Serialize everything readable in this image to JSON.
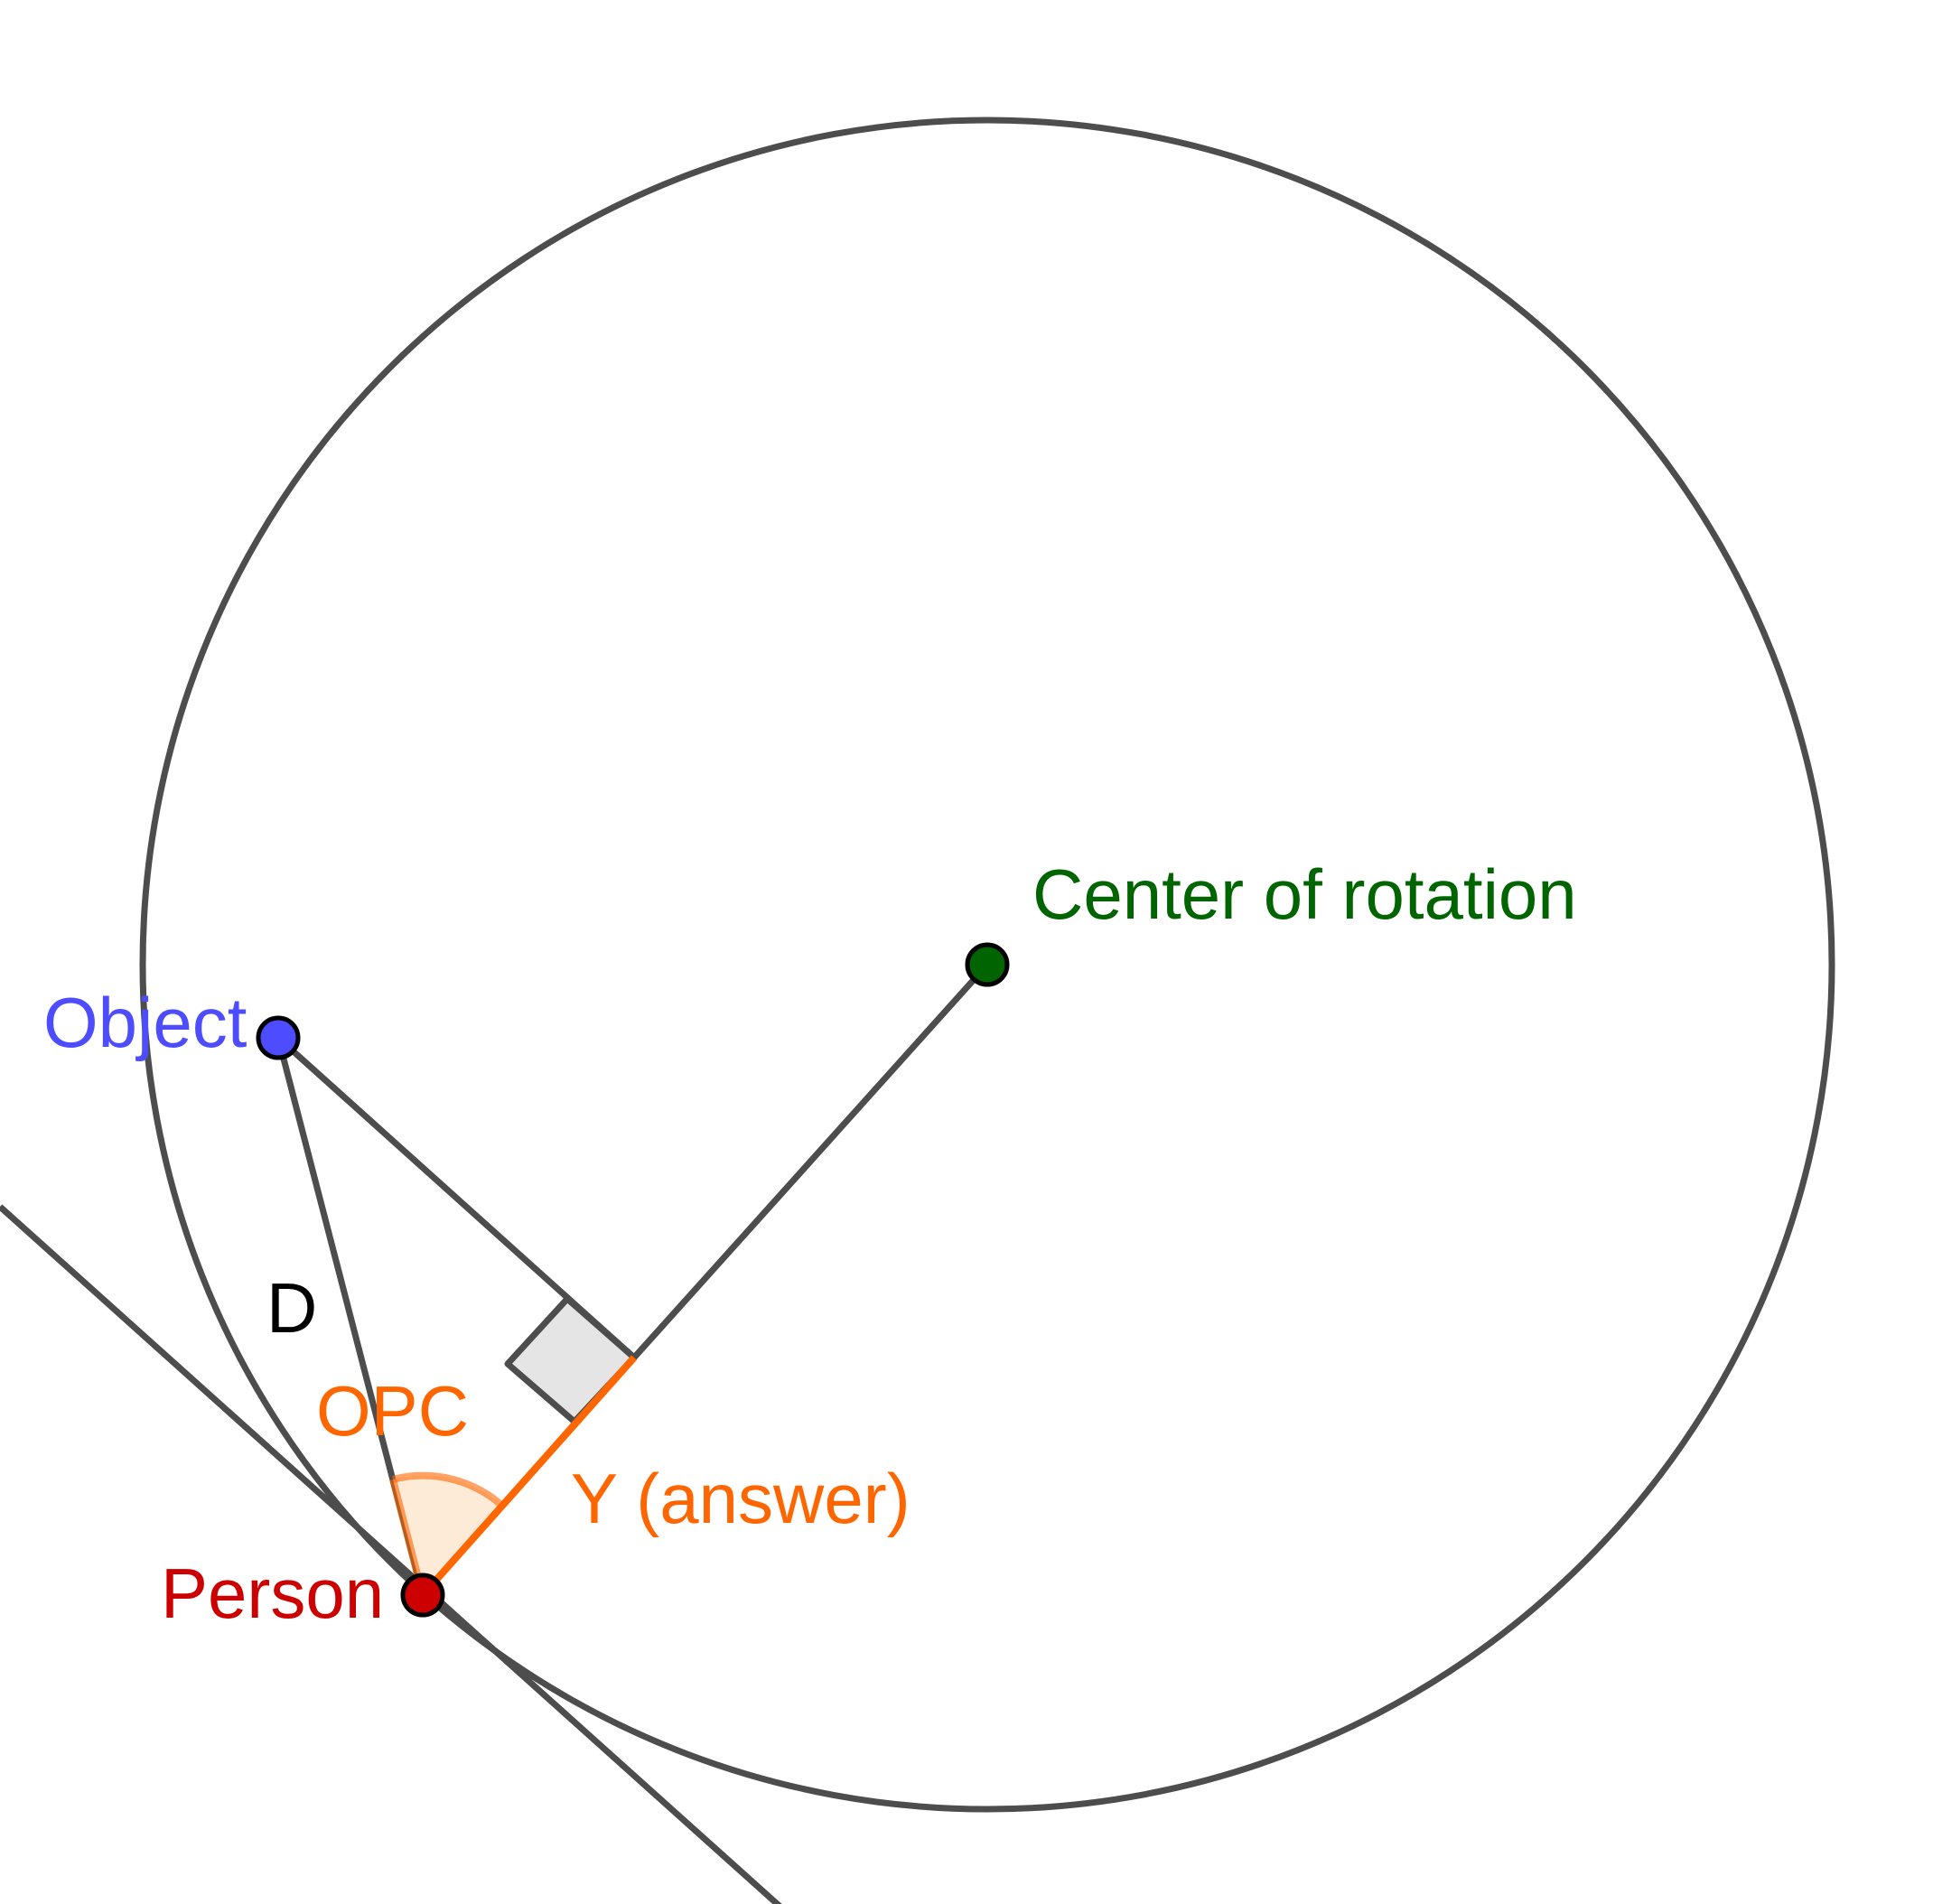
{
  "labels": {
    "center": "Center of rotation",
    "object": "Object",
    "person": "Person",
    "distance": "D",
    "angle": "OPC",
    "answer": "Y (answer)"
  },
  "colors": {
    "line": "#4d4d4d",
    "center_point": "#006400",
    "center_text": "#006400",
    "object_point": "#4d4dff",
    "object_text": "#4d4dff",
    "person_point": "#cc0000",
    "person_text": "#cc0000",
    "highlight": "#ff6600",
    "angle_fill": "#fdebd8",
    "right_angle_fill": "#e5e5e5",
    "distance_text": "#000000"
  }
}
